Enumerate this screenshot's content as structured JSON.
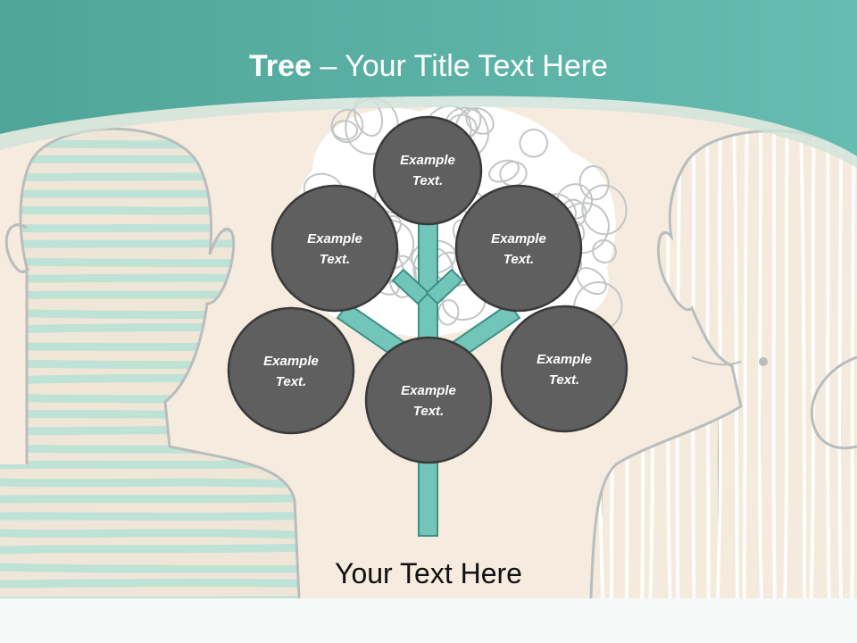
{
  "title": {
    "bold": "Tree",
    "dash": " – ",
    "rest": "Your Title Text Here"
  },
  "subtitle": "Your Text Here",
  "nodes": [
    {
      "id": "top",
      "line1": "Example",
      "line2": "Text."
    },
    {
      "id": "upper-left",
      "line1": "Example",
      "line2": "Text."
    },
    {
      "id": "upper-right",
      "line1": "Example",
      "line2": "Text."
    },
    {
      "id": "lower-left",
      "line1": "Example",
      "line2": "Text."
    },
    {
      "id": "center",
      "line1": "Example",
      "line2": "Text."
    },
    {
      "id": "lower-right",
      "line1": "Example",
      "line2": "Text."
    }
  ],
  "colors": {
    "header": "#5fb5a8",
    "beige": "#f5ebdf",
    "node_fill": "#5f5f5f",
    "node_stroke": "#3a3a3a",
    "trunk": "#72c6b9",
    "trunk_stroke": "#3f8f84",
    "stripe_teal": "#c9e6dc",
    "stripe_beige": "#f0e6d7",
    "outline": "#b9bdbd",
    "scribble": "#c3c6c6"
  }
}
